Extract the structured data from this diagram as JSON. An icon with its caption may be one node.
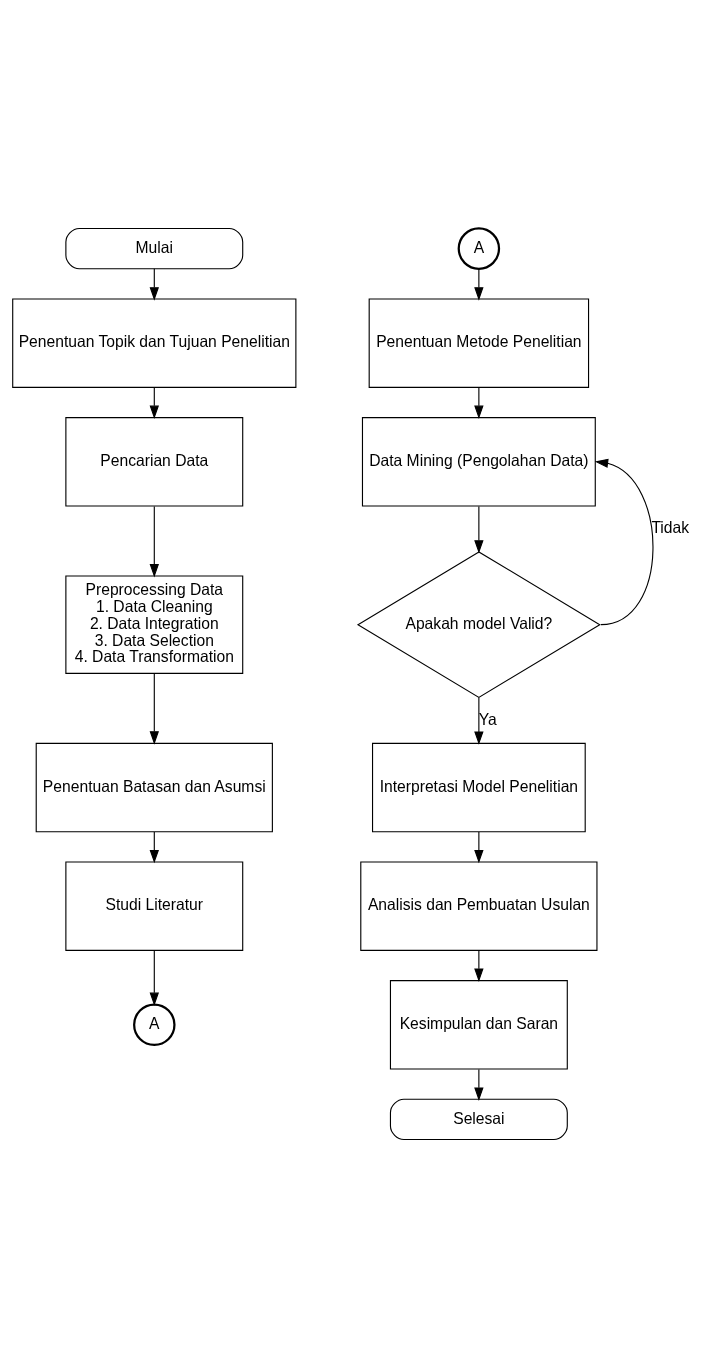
{
  "diagram": {
    "nodes": [
      {
        "text": [
          "Mulai"
        ]
      },
      {
        "text": [
          "Penentuan Topik dan Tujuan Penelitian"
        ]
      },
      {
        "text": [
          "Pencarian Data"
        ]
      },
      {
        "text": [
          "Preprocessing Data",
          "1. Data Cleaning",
          "2. Data Integration",
          "3. Data Selection",
          "4. Data Transformation"
        ]
      },
      {
        "text": [
          "Penentuan Batasan dan Asumsi"
        ]
      },
      {
        "text": [
          "Studi Literatur"
        ]
      },
      {
        "text": [
          "A"
        ]
      },
      {
        "text": [
          "A"
        ]
      },
      {
        "text": [
          "Penentuan Metode Penelitian"
        ]
      },
      {
        "text": [
          "Data Mining (Pengolahan Data)"
        ]
      },
      {
        "text": [
          "Apakah model Valid?"
        ]
      },
      {
        "text": [
          "Interpretasi Model Penelitian"
        ]
      },
      {
        "text": [
          "Analisis dan Pembuatan Usulan"
        ]
      },
      {
        "text": [
          "Kesimpulan dan Saran"
        ]
      },
      {
        "text": [
          "Selesai"
        ]
      }
    ],
    "edges": [
      {
        "from": 0,
        "to": 1,
        "arrow": "to"
      },
      {
        "from": 1,
        "to": 2,
        "arrow": "to"
      },
      {
        "from": 2,
        "to": 3,
        "arrow": "to"
      },
      {
        "from": 3,
        "to": 4,
        "arrow": "to"
      },
      {
        "from": 4,
        "to": 5,
        "arrow": "to"
      },
      {
        "from": 5,
        "to": 6,
        "arrow": "to"
      },
      {
        "from": 7,
        "to": 8,
        "arrow": "to"
      },
      {
        "from": 8,
        "to": 9,
        "arrow": "to"
      },
      {
        "from": 9,
        "to": 10,
        "arrow": "to"
      },
      {
        "from": 10,
        "to": 9,
        "arrow": "to",
        "label": "Tidak"
      },
      {
        "from": 10,
        "to": 11,
        "arrow": "to",
        "label": "Ya"
      },
      {
        "from": 11,
        "to": 12,
        "arrow": "to"
      },
      {
        "from": 12,
        "to": 13,
        "arrow": "to"
      },
      {
        "from": 13,
        "to": 14,
        "arrow": "to"
      }
    ]
  }
}
